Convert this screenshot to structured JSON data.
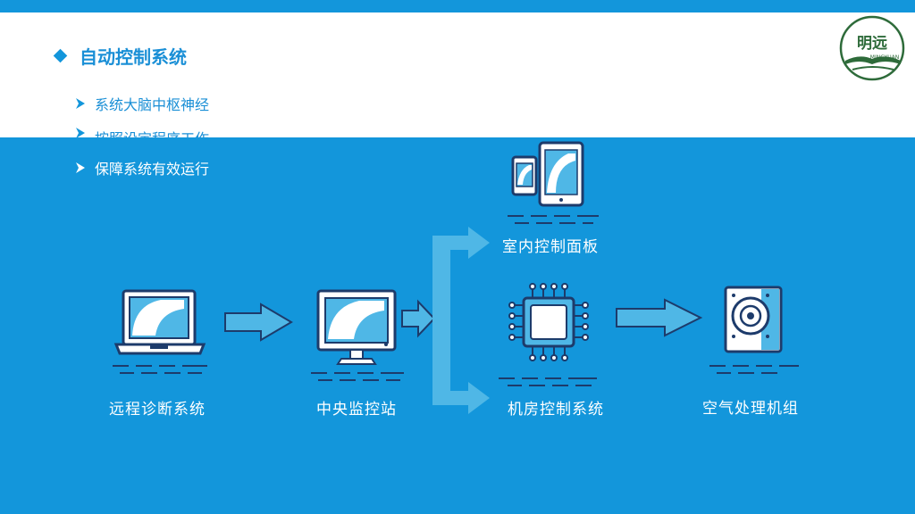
{
  "title": "自动控制系统",
  "bullets": [
    "系统大脑中枢神经",
    "按照设定程序工作",
    "保障系统有效运行"
  ],
  "logo": {
    "text": "明远",
    "subtext": "MINGYUAN"
  },
  "nodes": {
    "remote": "远程诊断系统",
    "central": "中央监控站",
    "indoor": "室内控制面板",
    "machine_room": "机房控制系统",
    "ahu": "空气处理机组"
  },
  "colors": {
    "primary": "#1396db",
    "dark": "#1d3b6b",
    "light": "#4fb7e6",
    "white": "#ffffff"
  }
}
